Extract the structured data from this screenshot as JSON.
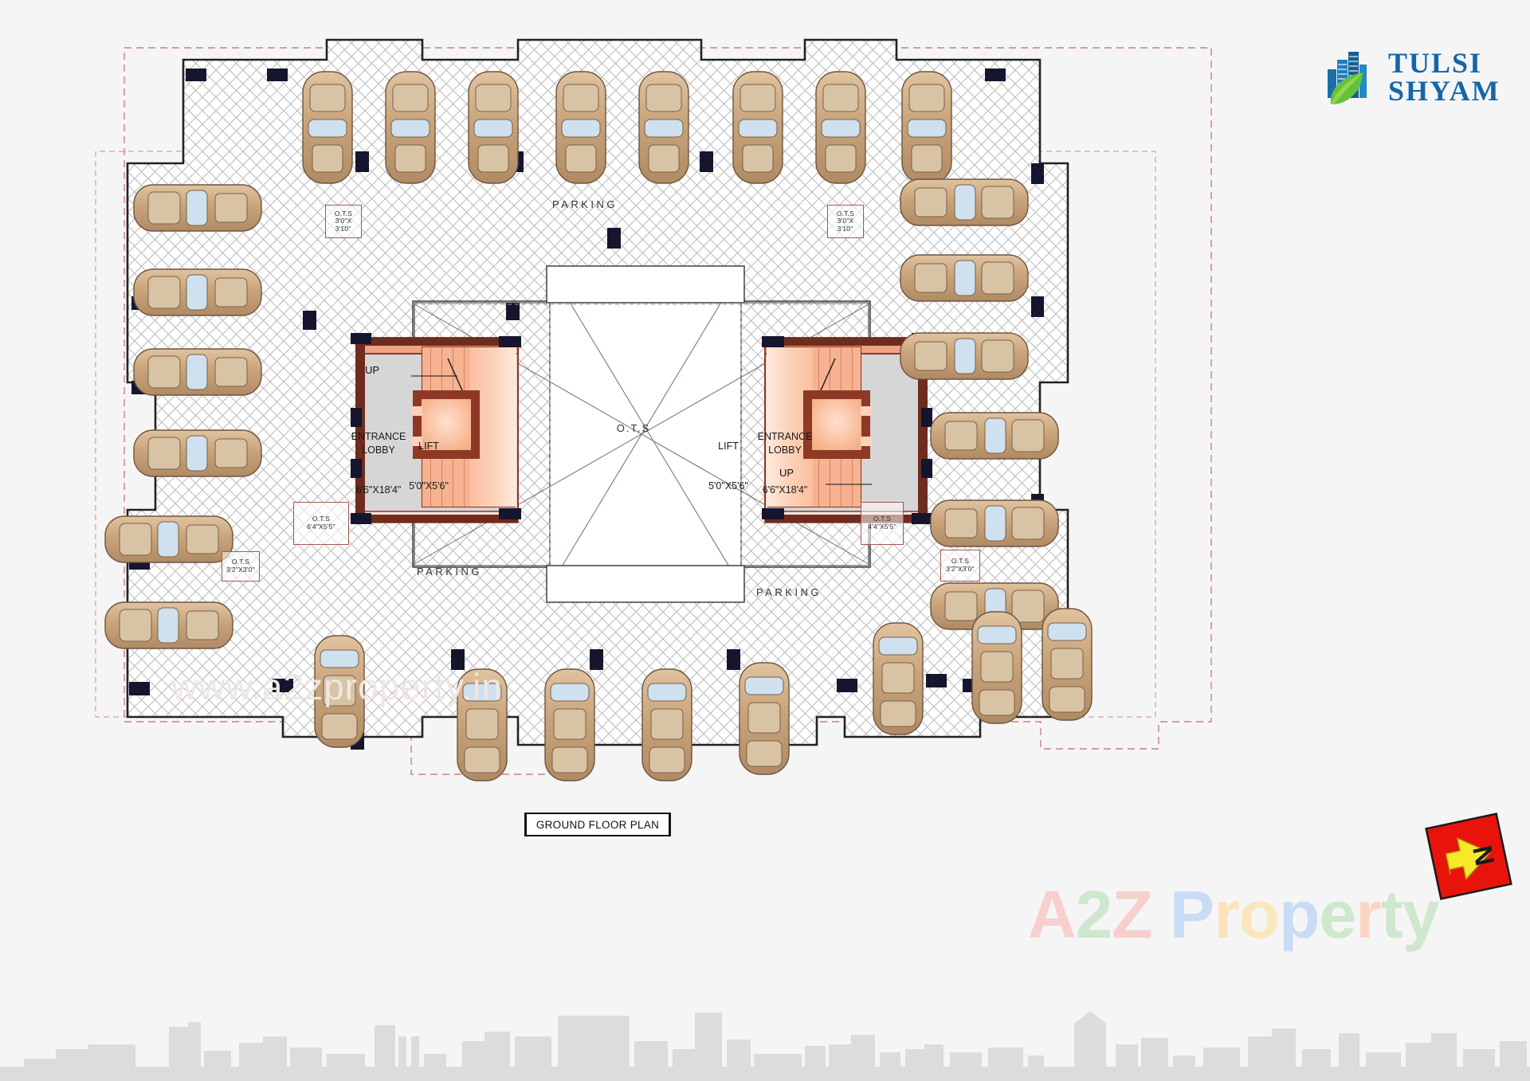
{
  "brand": {
    "logo_line1": "TULSI",
    "logo_line2": "SHYAM",
    "logo_icon": "building-leaf-icon",
    "logo_color": "#1466a8",
    "leaf_color": "#5fbf3f"
  },
  "plan": {
    "title": "GROUND FLOOR PLAN",
    "zone_labels": [
      {
        "name": "parking-top",
        "text": "PARKING"
      },
      {
        "name": "parking-bottom-left",
        "text": "PARKING"
      },
      {
        "name": "parking-bottom-right",
        "text": "PARKING"
      }
    ],
    "ots_center": "O.T.S",
    "rooms": [
      {
        "name": "entrance-lobby-left",
        "label": "ENTRANCE\nLOBBY",
        "dimensions": "6'6\"X18'4\""
      },
      {
        "name": "lift-left",
        "label": "LIFT",
        "dimensions": "5'0\"X5'6\""
      },
      {
        "name": "lift-right",
        "label": "LIFT",
        "dimensions": "5'0\"X5'6\""
      },
      {
        "name": "entrance-lobby-right",
        "label": "ENTRANCE\nLOBBY",
        "dimensions": "6'6\"X18'4\""
      }
    ],
    "stair_markers": [
      {
        "name": "stair-up-left",
        "text": "UP"
      },
      {
        "name": "stair-up-right",
        "text": "UP"
      }
    ],
    "ots_shafts": [
      {
        "name": "ots-top-left",
        "label": "O.T.S",
        "dimensions": "3'0\"X\n3'10\""
      },
      {
        "name": "ots-top-right",
        "label": "O.T.S",
        "dimensions": "3'0\"X\n3'10\""
      },
      {
        "name": "ots-mid-left",
        "label": "O.T.S",
        "dimensions": "6'4\"X5'5\""
      },
      {
        "name": "ots-mid-right",
        "label": "O.T.S",
        "dimensions": "4'4\"X5'5\""
      },
      {
        "name": "ots-bottom-left",
        "label": "O.T.S",
        "dimensions": "3'2\"X3'0\""
      },
      {
        "name": "ots-bottom-right",
        "label": "O.T.S",
        "dimensions": "3'2\"X3'0\""
      }
    ],
    "colors": {
      "wall_dark": "#1b1b33",
      "core_wall": "#8e3826",
      "lobby_fill": "#d4d4d4",
      "stair_fill": "#f2a888",
      "lift_fill": "#fbc7ab",
      "paving": "#ffffff",
      "paving_line": "#b4b4b4",
      "setback_line": "#c78a86",
      "car_body": "#c9a078"
    }
  },
  "compass": {
    "name": "north-arrow",
    "letter": "N",
    "plate_color": "#e8140c",
    "arrow_color": "#f7e92a"
  },
  "watermarks": {
    "site_url": "www.a2zproperty.in",
    "brand_text": "A2Z Property"
  }
}
